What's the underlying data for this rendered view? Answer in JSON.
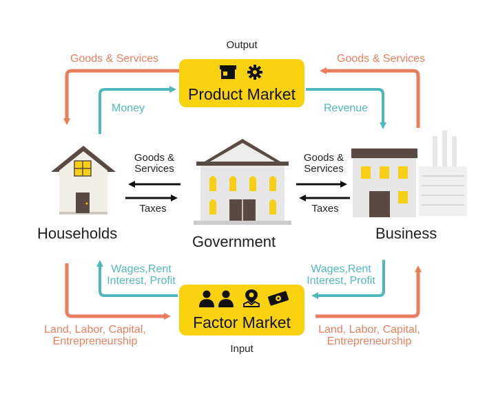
{
  "top": {
    "output_label": "Output",
    "product_market": "Product Market",
    "goods_services_left": "Goods & Services",
    "goods_services_right": "Goods & Services",
    "money": "Money",
    "revenue": "Revenue"
  },
  "middle": {
    "households": "Households",
    "government": "Government",
    "business": "Business",
    "left_goods_services": [
      "Goods &",
      "Services"
    ],
    "left_taxes": "Taxes",
    "right_goods_services": [
      "Goods &",
      "Services"
    ],
    "right_taxes": "Taxes"
  },
  "bottom": {
    "input_label": "Input",
    "factor_market": "Factor Market",
    "wages_left": [
      "Wages,Rent",
      "Interest, Profit"
    ],
    "wages_right": [
      "Wages,Rent",
      "Interest, Profit"
    ],
    "land_left": [
      "Land, Labor, Capital,",
      "Entrepreneurship"
    ],
    "land_right": [
      "Land, Labor, Capital,",
      "Entrepreneurship"
    ]
  },
  "colors": {
    "orange_flow": "#e97e5e",
    "teal_flow": "#4fb8bd",
    "market_box": "#f8d10f",
    "building_wall": "#e6e6e6",
    "roof_dark": "#5a4a44",
    "window_yellow": "#f6cf16"
  },
  "icons": {
    "product_market": [
      "shop-icon",
      "gear-icon"
    ],
    "factor_market": [
      "people-icon",
      "map-pin-icon",
      "money-icon"
    ],
    "households": "house-icon",
    "government": "government-building-icon",
    "business": "factory-icon"
  }
}
